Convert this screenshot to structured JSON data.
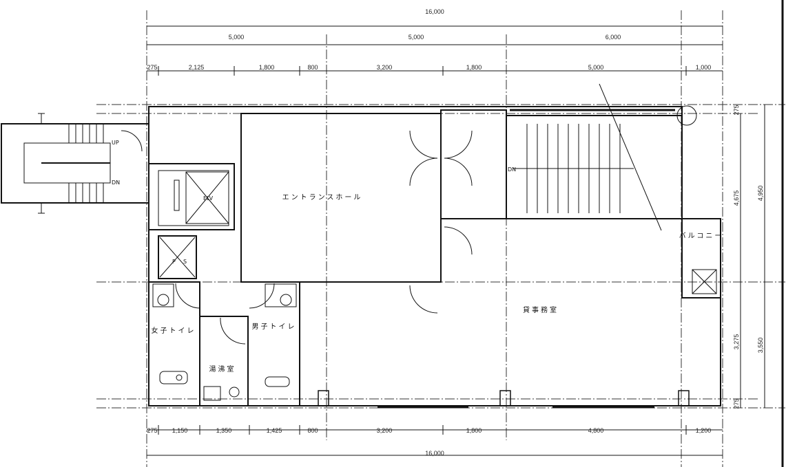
{
  "drawing": {
    "rooms": {
      "entrance_hall": "エントランスホール",
      "rental_office": "貸事務室",
      "balcony": "バルコニー",
      "womens_toilet": "女子トイレ",
      "mens_toilet": "男子トイレ",
      "kitchenette": "湯沸室",
      "elevator": "ELV",
      "pipe_shaft_p": "P",
      "pipe_shaft_s": "S",
      "stair_up": "UP",
      "stair_dn": "DN",
      "stair_dn_main": "DN"
    },
    "dimensions": {
      "top_total": "16,000",
      "top_spans": [
        "5,000",
        "5,000",
        "6,000"
      ],
      "top_details": [
        "275",
        "2,125",
        "1,800",
        "800",
        "3,200",
        "1,800",
        "5,000",
        "1,000"
      ],
      "bottom_details": [
        "275",
        "1,150",
        "1,350",
        "1,425",
        "800",
        "3,200",
        "1,800",
        "4,800",
        "1,200"
      ],
      "bottom_total": "16,000",
      "right_inner": [
        "275",
        "4,675",
        "3,275",
        "275"
      ],
      "right_outer": [
        "4,950",
        "3,550"
      ]
    }
  }
}
